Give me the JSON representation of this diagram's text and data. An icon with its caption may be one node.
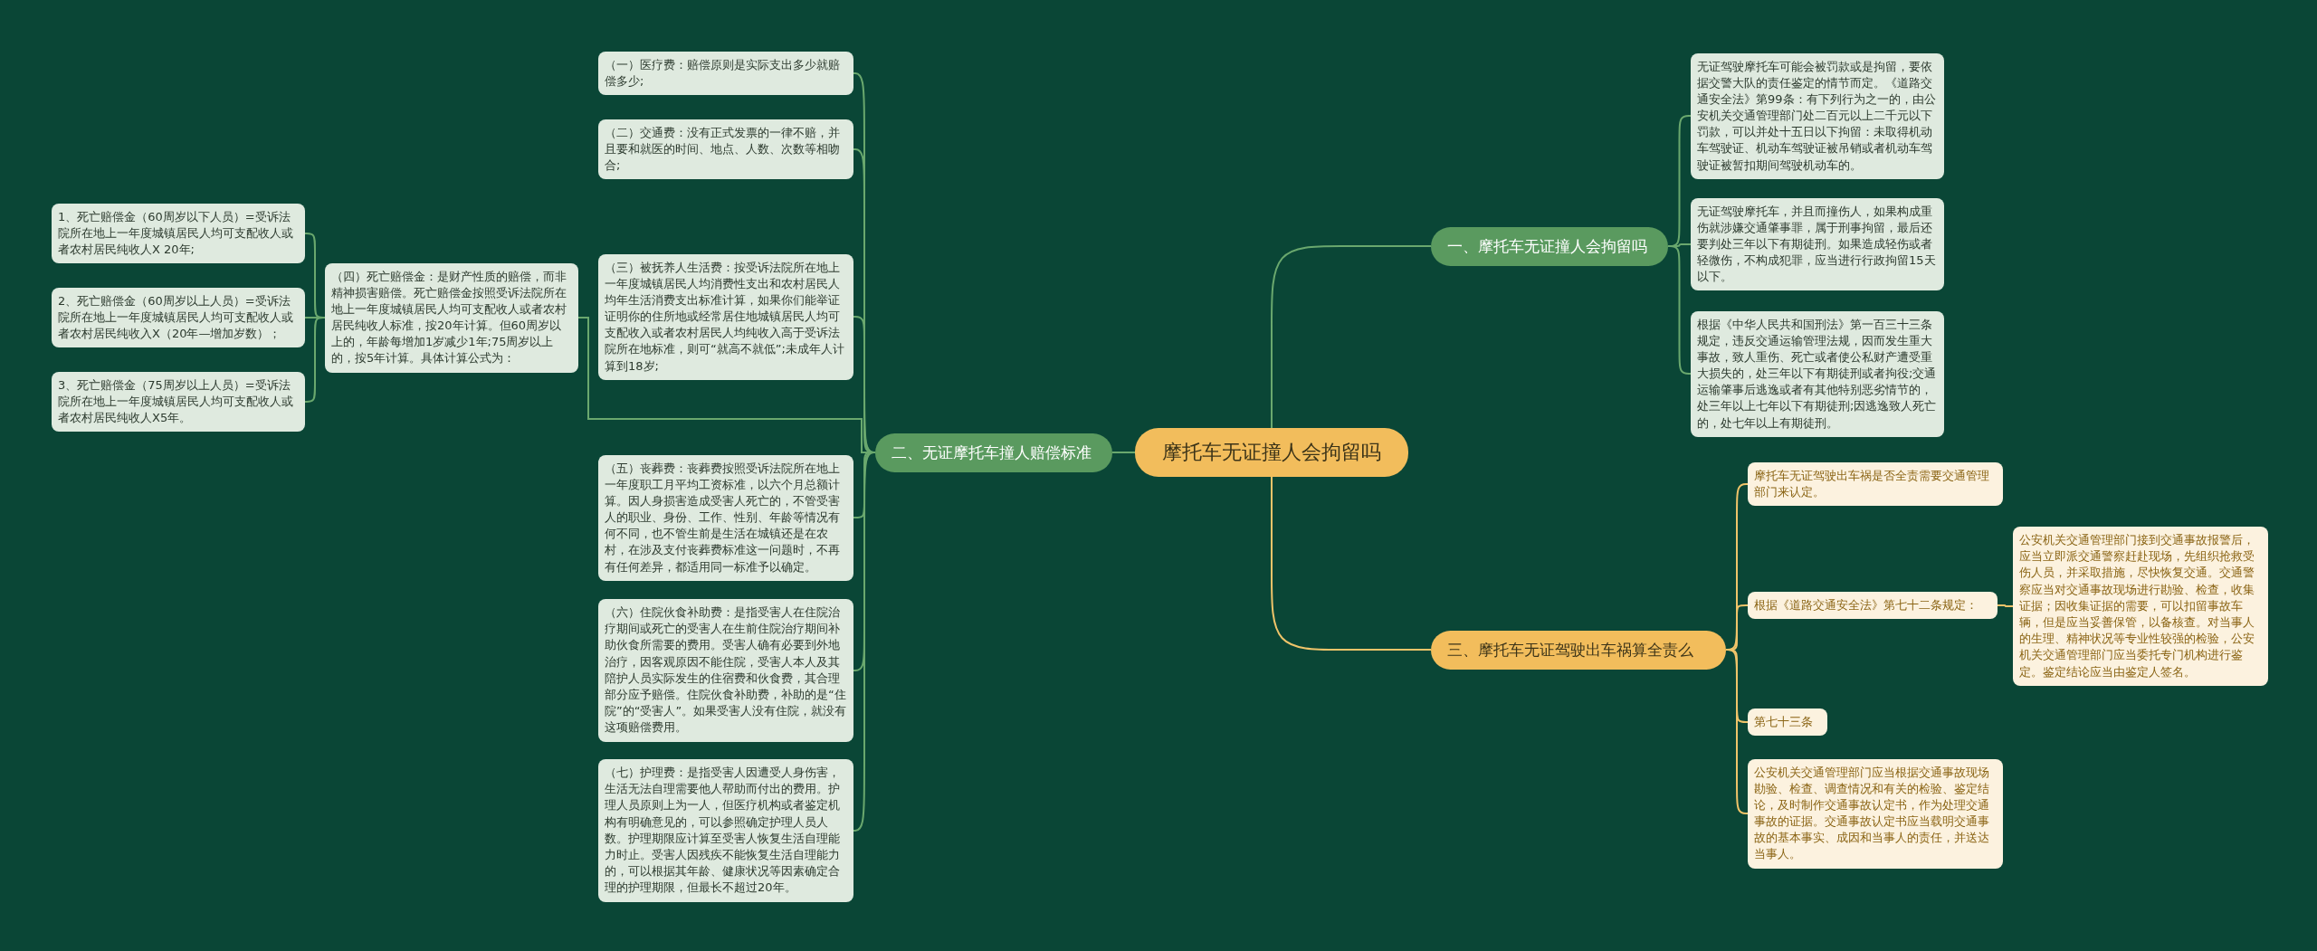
{
  "diagram": {
    "nodes": [
      {
        "text": [
          "摩托车无证撞人会拘留吗"
        ]
      },
      {
        "text": [
          "一、摩托车无证撞人会拘留吗"
        ]
      },
      {
        "text": [
          "无证驾驶摩托车可能会被罚款或是拘留，要依据交警大队的责任鉴定的情节而定。《道路交通安全法》第99条：有下列行为之一的，由公安机关交通管理部门处二百元以上二千元以下罚款，可以并处十五日以下拘留：未取得机动车驾驶证、机动车驾驶证被吊销或者机动车驾驶证被暂扣期间驾驶机动车的。"
        ]
      },
      {
        "text": [
          "无证驾驶摩托车，并且而撞伤人，如果构成重伤就涉嫌交通肇事罪，属于刑事拘留，最后还要判处三年以下有期徒刑。如果造成轻伤或者轻微伤，不构成犯罪，应当进行行政拘留15天以下。"
        ]
      },
      {
        "text": [
          "根据《中华人民共和国刑法》第一百三十三条规定，违反交通运输管理法规，因而发生重大事故，致人重伤、死亡或者使公私财产遭受重大损失的，处三年以下有期徒刑或者拘役;交通运输肇事后逃逸或者有其他特别恶劣情节的，处三年以上七年以下有期徒刑;因逃逸致人死亡的，处七年以上有期徒刑。"
        ]
      },
      {
        "text": [
          "二、无证摩托车撞人赔偿标准"
        ]
      },
      {
        "text": [
          "（一）医疗费：赔偿原则是实际支出多少就赔偿多少;"
        ]
      },
      {
        "text": [
          "（二）交通费：没有正式发票的一律不赔，并且要和就医的时间、地点、人数、次数等相吻合;"
        ]
      },
      {
        "text": [
          "（三）被抚养人生活费：按受诉法院所在地上一年度城镇居民人均消费性支出和农村居民人均年生活消费支出标准计算，如果你们能举证证明你的住所地或经常居住地城镇居民人均可支配收入或者农村居民人均纯收入高于受诉法院所在地标准，则可“就高不就低”;未成年人计算到18岁;"
        ]
      },
      {
        "text": [
          "（四）死亡赔偿金：是财产性质的赔偿，而非精神损害赔偿。死亡赔偿金按照受诉法院所在地上一年度城镇居民人均可支配收人或者农村居民纯收人标准，按20年计算。但60周岁以上的，年龄每增加1岁减少1年;75周岁以上的，按5年计算。具体计算公式为："
        ]
      },
      {
        "text": [
          "1、死亡赔偿金（60周岁以下人员）=受诉法院所在地上一年度城镇居民人均可支配收人或者农村居民纯收人X 20年;"
        ]
      },
      {
        "text": [
          "2、死亡赔偿金（60周岁以上人员）=受诉法院所在地上一年度城镇居民人均可支配收人或者农村居民纯收入X（20年—增加岁数）；"
        ]
      },
      {
        "text": [
          "3、死亡赔偿金（75周岁以上人员）=受诉法院所在地上一年度城镇居民人均可支配收人或者农村居民纯收人X5年。"
        ]
      },
      {
        "text": [
          "（五）丧葬费：丧葬费按照受诉法院所在地上一年度职工月平均工资标准，以六个月总额计算。因人身损害造成受害人死亡的，不管受害人的职业、身份、工作、性别、年龄等情况有何不同，也不管生前是生活在城镇还是在农村，在涉及支付丧葬费标准这一问题时，不再有任何差异，都适用同一标准予以确定。"
        ]
      },
      {
        "text": [
          "（六）住院伙食补助费：是指受害人在住院治疗期间或死亡的受害人在生前住院治疗期间补助伙食所需要的费用。受害人确有必要到外地治疗，因客观原因不能住院，受害人本人及其陪护人员实际发生的住宿费和伙食费，其合理部分应予赔偿。住院伙食补助费，补助的是“住院”的“受害人”。如果受害人没有住院，就没有这项赔偿费用。"
        ]
      },
      {
        "text": [
          "（七）护理费：是指受害人因遭受人身伤害，生活无法自理需要他人帮助而付出的费用。护理人员原则上为一人，但医疗机构或者鉴定机构有明确意见的，可以参照确定护理人员人数。护理期限应计算至受害人恢复生活自理能力时止。受害人因残疾不能恢复生活自理能力的，可以根据其年龄、健康状况等因素确定合理的护理期限，但最长不超过20年。"
        ]
      },
      {
        "text": [
          "三、摩托车无证驾驶出车祸算全责么"
        ]
      },
      {
        "text": [
          "摩托车无证驾驶出车祸是否全责需要交通管理部门来认定。"
        ]
      },
      {
        "text": [
          "根据《道路交通安全法》第七十二条规定："
        ]
      },
      {
        "text": [
          "公安机关交通管理部门接到交通事故报警后，应当立即派交通警察赶赴现场，先组织抢救受伤人员，并采取措施，尽快恢复交通。交通警察应当对交通事故现场进行勘验、检查，收集证据；因收集证据的需要，可以扣留事故车辆，但是应当妥善保管，以备核查。对当事人的生理、精神状况等专业性较强的检验，公安机关交通管理部门应当委托专门机构进行鉴定。鉴定结论应当由鉴定人签名。"
        ]
      },
      {
        "text": [
          "第七十三条"
        ]
      },
      {
        "text": [
          "公安机关交通管理部门应当根据交通事故现场勘验、检查、调查情况和有关的检验、鉴定结论，及时制作交通事故认定书，作为处理交通事故的证据。交通事故认定书应当载明交通事故的基本事实、成因和当事人的责任，并送达当事人。"
        ]
      }
    ],
    "edges": [
      {
        "from": 0,
        "to": 1,
        "arrow": "none"
      },
      {
        "from": 1,
        "to": 2,
        "arrow": "none"
      },
      {
        "from": 1,
        "to": 3,
        "arrow": "none"
      },
      {
        "from": 1,
        "to": 4,
        "arrow": "none"
      },
      {
        "from": 0,
        "to": 5,
        "arrow": "none"
      },
      {
        "from": 5,
        "to": 6,
        "arrow": "none"
      },
      {
        "from": 5,
        "to": 7,
        "arrow": "none"
      },
      {
        "from": 5,
        "to": 8,
        "arrow": "none"
      },
      {
        "from": 5,
        "to": 9,
        "arrow": "none"
      },
      {
        "from": 9,
        "to": 10,
        "arrow": "none"
      },
      {
        "from": 9,
        "to": 11,
        "arrow": "none"
      },
      {
        "from": 9,
        "to": 12,
        "arrow": "none"
      },
      {
        "from": 5,
        "to": 13,
        "arrow": "none"
      },
      {
        "from": 5,
        "to": 14,
        "arrow": "none"
      },
      {
        "from": 5,
        "to": 15,
        "arrow": "none"
      },
      {
        "from": 0,
        "to": 16,
        "arrow": "none",
        "color": "#f0c46a"
      },
      {
        "from": 16,
        "to": 17,
        "arrow": "none",
        "color": "#f0c46a"
      },
      {
        "from": 16,
        "to": 18,
        "arrow": "none",
        "color": "#f0c46a"
      },
      {
        "from": 18,
        "to": 19,
        "arrow": "none",
        "color": "#f0c46a"
      },
      {
        "from": 16,
        "to": 20,
        "arrow": "none",
        "color": "#f0c46a"
      },
      {
        "from": 16,
        "to": 21,
        "arrow": "none",
        "color": "#f0c46a"
      }
    ]
  }
}
